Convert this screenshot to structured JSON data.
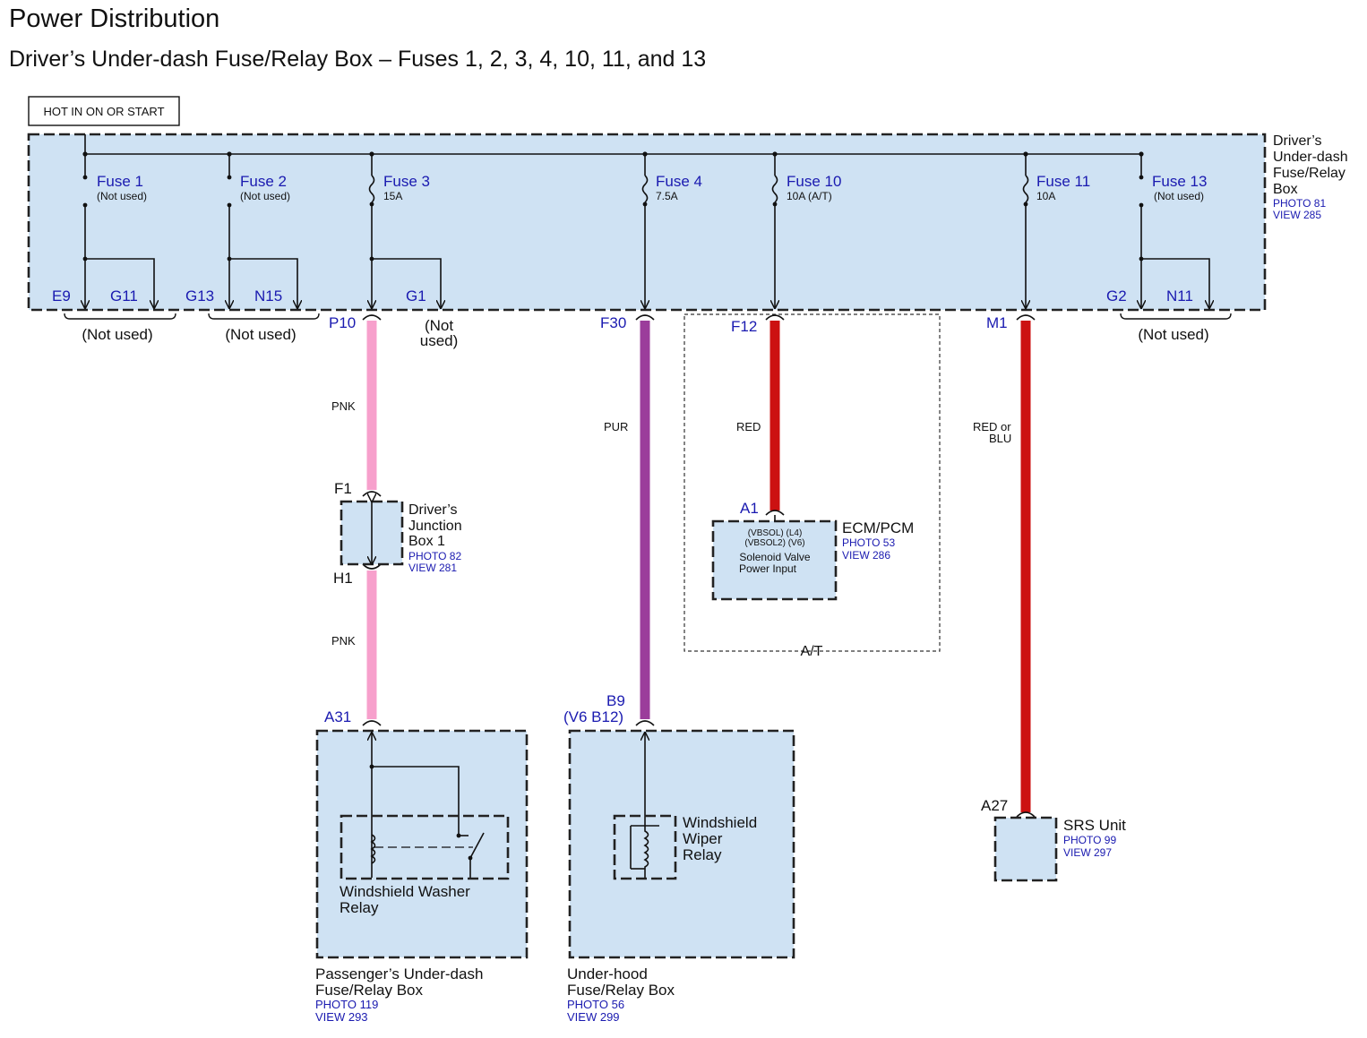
{
  "title": "Power Distribution",
  "subtitle": "Driver’s Under-dash Fuse/Relay Box – Fuses 1, 2, 3, 4, 10, 11, and 13",
  "hot_label": "HOT IN ON OR START",
  "main_box": {
    "name_lines": [
      "Driver’s",
      "Under-dash",
      "Fuse/Relay",
      "Box"
    ],
    "photo": "PHOTO 81",
    "view": "VIEW 285"
  },
  "fuses": [
    {
      "name": "Fuse 1",
      "rating": "(Not used)"
    },
    {
      "name": "Fuse 2",
      "rating": "(Not used)"
    },
    {
      "name": "Fuse 3",
      "rating": "15A"
    },
    {
      "name": "Fuse 4",
      "rating": "7.5A"
    },
    {
      "name": "Fuse 10",
      "rating": "10A (A/T)"
    },
    {
      "name": "Fuse 11",
      "rating": "10A"
    },
    {
      "name": "Fuse 13",
      "rating": "(Not used)"
    }
  ],
  "terminals": {
    "e9": "E9",
    "g11": "G11",
    "g13": "G13",
    "n15": "N15",
    "g1": "G1",
    "g2": "G2",
    "n11": "N11",
    "p10": "P10",
    "f30": "F30",
    "f12": "F12",
    "m1": "M1",
    "f1": "F1",
    "h1": "H1",
    "a31": "A31",
    "b9": "B9",
    "b9_alt": "(V6 B12)",
    "a1": "A1",
    "a27": "A27"
  },
  "not_used": {
    "label": "(Not used)",
    "g1_line1": "(Not",
    "g1_line2": "used)"
  },
  "wires": [
    {
      "id": "p10",
      "color_name": "PNK",
      "color": "#f7a0cc"
    },
    {
      "id": "f30",
      "color_name": "PUR",
      "color": "#9b3d9b"
    },
    {
      "id": "f12",
      "color_name": "RED",
      "color": "#cc1111"
    },
    {
      "id": "m1",
      "color_name_line1": "RED or",
      "color_name_line2": "BLU",
      "color": "#cc1111"
    }
  ],
  "pnk_lower": "PNK",
  "junction_box": {
    "name_lines": [
      "Driver’s",
      "Junction",
      "Box 1"
    ],
    "photo": "PHOTO 82",
    "view": "VIEW 281"
  },
  "ecm": {
    "name": "ECM/PCM",
    "photo": "PHOTO 53",
    "view": "VIEW 286",
    "inner_lines": [
      "(VBSOL) (L4)",
      "(VBSOL2) (V6)",
      "Solenoid Valve",
      "Power Input"
    ]
  },
  "at_label": "A/T",
  "washer_relay": {
    "lines": [
      "Windshield Washer",
      "Relay"
    ]
  },
  "passenger_box": {
    "name_lines": [
      "Passenger’s Under-dash",
      "Fuse/Relay Box"
    ],
    "photo": "PHOTO 119",
    "view": "VIEW 293"
  },
  "wiper_relay": {
    "lines": [
      "Windshield",
      "Wiper",
      "Relay"
    ]
  },
  "underhood_box": {
    "name_lines": [
      "Under-hood",
      "Fuse/Relay Box"
    ],
    "photo": "PHOTO 56",
    "view": "VIEW 299"
  },
  "srs": {
    "name": "SRS Unit",
    "photo": "PHOTO 99",
    "view": "VIEW 297"
  }
}
